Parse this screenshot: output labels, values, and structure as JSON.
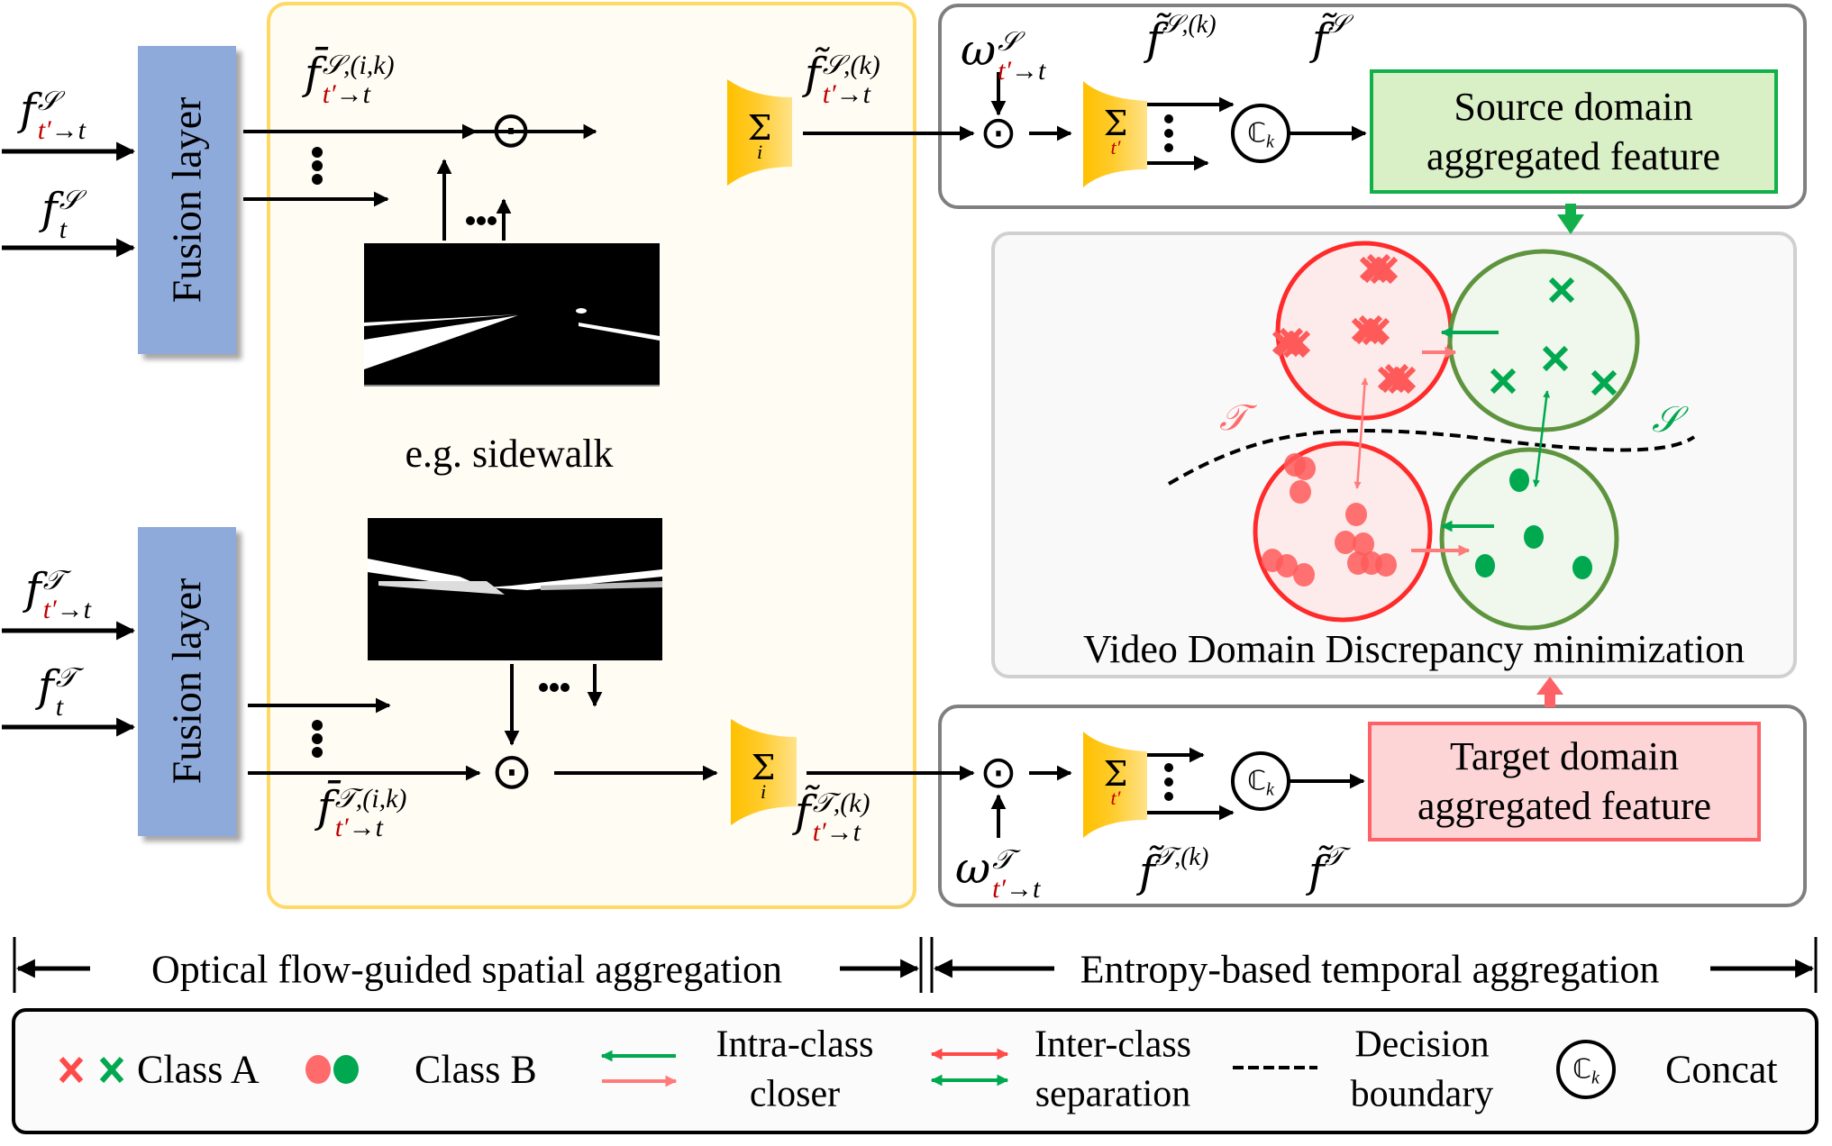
{
  "fusion": {
    "label": "Fusion layer",
    "fill": "#8eaadb"
  },
  "inputs": {
    "source": [
      {
        "base": "f",
        "sup": "𝒮",
        "sub_red": "t′",
        "sub_rest": "→t"
      },
      {
        "base": "f",
        "sup": "𝒮",
        "sub_red": "",
        "sub_rest": "t"
      }
    ],
    "target": [
      {
        "base": "f",
        "sup": "𝒯",
        "sub_red": "t′",
        "sub_rest": "→t"
      },
      {
        "base": "f",
        "sup": "𝒯",
        "sub_red": "",
        "sub_rest": "t"
      }
    ]
  },
  "spatial": {
    "source_feat": {
      "base": "f̄",
      "sup": "𝒮,(i,k)",
      "sub_red": "t′",
      "sub_rest": "→t"
    },
    "source_out": {
      "base": "f̃",
      "sup": "𝒮,(k)",
      "sub_red": "t′",
      "sub_rest": "→t"
    },
    "target_feat": {
      "base": "f̄",
      "sup": "𝒯,(i,k)",
      "sub_red": "t′",
      "sub_rest": "→t"
    },
    "target_out": {
      "base": "f̃",
      "sup": "𝒯,(k)",
      "sub_red": "t′",
      "sub_rest": "→t"
    },
    "example_label": "e.g. sidewalk",
    "sum_symbol": "Σ",
    "sum_index": "i",
    "odot": "⊙",
    "ellipsis": "•••",
    "box_fill": "#fffcf4",
    "box_border": "#ffd966"
  },
  "temporal": {
    "source": {
      "weight": {
        "base": "ω",
        "sup": "𝒮",
        "sub_red": "t′",
        "sub_rest": "→t"
      },
      "per_class": {
        "base": "f̃",
        "sup": "𝒮,(k)"
      },
      "final": {
        "base": "f̃",
        "sup": "𝒮"
      },
      "box_label_line1": "Source domain",
      "box_label_line2": "aggregated feature",
      "box_fill": "#d9efc6",
      "box_border": "#12b04a"
    },
    "target": {
      "weight": {
        "base": "ω",
        "sup": "𝒯",
        "sub_red": "t′",
        "sub_rest": "→t"
      },
      "per_class": {
        "base": "f̃",
        "sup": "𝒯,(k)"
      },
      "final": {
        "base": "f̃",
        "sup": "𝒯"
      },
      "box_label_line1": "Target domain",
      "box_label_line2": "aggregated feature",
      "box_fill": "#fdd5d7",
      "box_border": "#ff6266"
    },
    "sum_symbol": "Σ",
    "sum_index": "t′",
    "concat_symbol": "ℂ",
    "concat_sub": "k",
    "odot": "⊙"
  },
  "discrepancy": {
    "title": "Video Domain Discrepancy minimization",
    "target_label": "𝒯",
    "source_label": "𝒮",
    "red": "#ff2a2a",
    "red_fill": "#fde8e8",
    "green_border": "#5e943e",
    "green_fill": "#ecf5e7",
    "green_mark": "#00a84f",
    "pink_arrow": "#ff7b7b"
  },
  "sections": {
    "spatial": "Optical flow-guided spatial aggregation",
    "temporal": "Entropy-based temporal aggregation"
  },
  "legend": {
    "class_a": "Class A",
    "class_b": "Class B",
    "intra_line1": "Intra-class",
    "intra_line2": "closer",
    "inter_line1": "Inter-class",
    "inter_line2": "separation",
    "decision_line1": "Decision",
    "decision_line2": "boundary",
    "concat": "Concat",
    "concat_symbol": "ℂ",
    "concat_sub": "k"
  }
}
